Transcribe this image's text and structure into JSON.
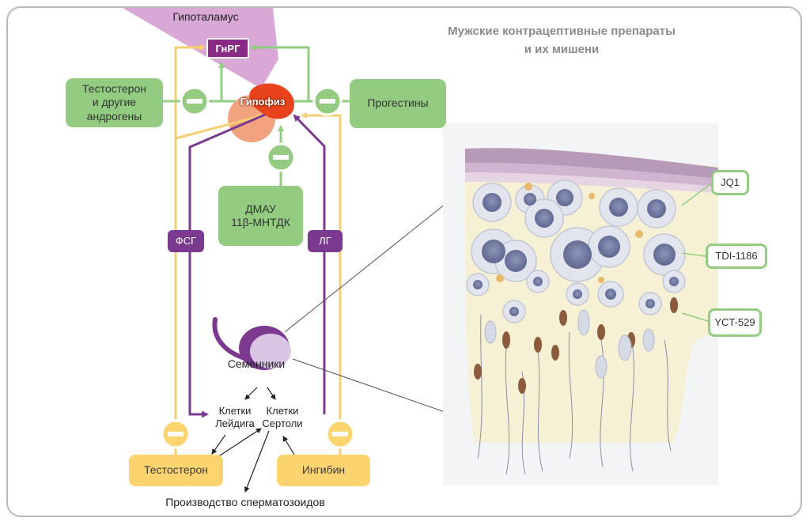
{
  "title_line1": "Мужские контрацептивные препараты",
  "title_line2": "и их мишени",
  "hypothalamus": "Гипоталамус",
  "gnrh": "ГнРГ",
  "pituitary": "Гипофиз",
  "androgens_box": [
    "Тестостерон",
    "и другие",
    "андрогены"
  ],
  "progestins_box": "Прогестины",
  "dmau_box": [
    "ДМАУ",
    "11β-МНТДК"
  ],
  "fsh": "ФСГ",
  "lh": "ЛГ",
  "testes": "Семенники",
  "leydig": [
    "Клетки",
    "Лейдига"
  ],
  "sertoli": [
    "Клетки",
    "Сертоли"
  ],
  "testosterone_box": "Тестостерон",
  "inhibin_box": "Ингибин",
  "sperm_production": "Производство сперматозоидов",
  "targets": [
    "JQ1",
    "TDI-1186",
    "YCT-529"
  ],
  "colors": {
    "green": "#93cc80",
    "yellow": "#fbd36f",
    "purple": "#7b3a8f",
    "hypothalamus": "#d9a8d6",
    "pituitary_red": "#e8431c",
    "pituitary_orange": "#f2a27d"
  }
}
